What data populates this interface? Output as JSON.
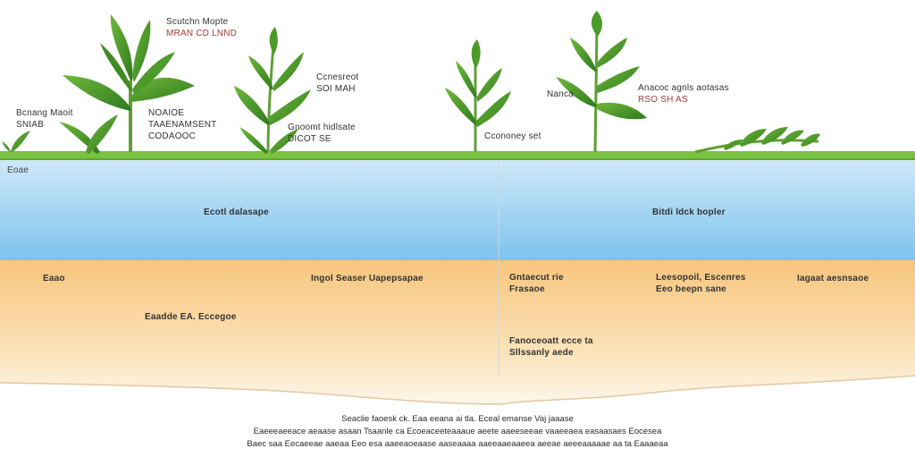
{
  "labels": {
    "plant1": [
      "Scutchn Mopte",
      "MRAN CD LNND",
      ""
    ],
    "plant_left": [
      "Bcnang Maoit",
      "SNIAB",
      ""
    ],
    "plant2": [
      "NOAIOE",
      "TAAENAMSENT",
      "CODAOOC"
    ],
    "plant3": [
      "Ccnesreot",
      "SOI MAH",
      ""
    ],
    "plant3b": [
      "Gnoomt hidlsate",
      "DICOT SE",
      ""
    ],
    "plant4": [
      "Ccononey set",
      "",
      ""
    ],
    "plant5_left": [
      "Nanca",
      "",
      ""
    ],
    "plant5": [
      "Anacoc agnls aotasas",
      "RSO SH AS",
      ""
    ],
    "surface_left": "Eoae",
    "blue_left": "Ecotl dalasape",
    "blue_right": "Bitdi ldck bopler",
    "orange": {
      "a": "Eaao",
      "b": "Ingol Seaser Uapepsapae",
      "c": "Eaadde EA. Eccegoe",
      "d1": "Gntaecut rie",
      "d2": "Frasaoe",
      "e1": "Leesopoil, Escenres",
      "e2": "Eeo beepn sane",
      "f": "Iagaat aesnsaoe",
      "g1": "Fanoceoatt ecce ta",
      "g2": "Sllssanly aede"
    }
  },
  "caption": [
    "Seaclie faoesk ck. Eaa eeana ai tla. Eceal emanse Vaj jaaase",
    "Eaeeeaeeace aeaase asaan Tsaanle ca Ecoeaceeteaaaue aeete aaeeseeae vaaeeaea easaasaes Eocesea",
    "Baec saa Eecaeeae aaeaa Eeo esa aaeeaoeaase aaseaaaa aaeeaaeaaeea aeeae aeeeaaaaae aa ta Eaaaeaa"
  ],
  "colors": {
    "grass": "#7cc242",
    "sky_top": "#e8f4fb",
    "water_top": "#cfe9f8",
    "water_bottom": "#7ec3ee",
    "soil_top": "#f7c57d",
    "soil_bottom": "#fdf4e6",
    "leaf": "#4e9a2b",
    "leaf_dark": "#2f7a1c",
    "stem": "#5f9f34"
  }
}
